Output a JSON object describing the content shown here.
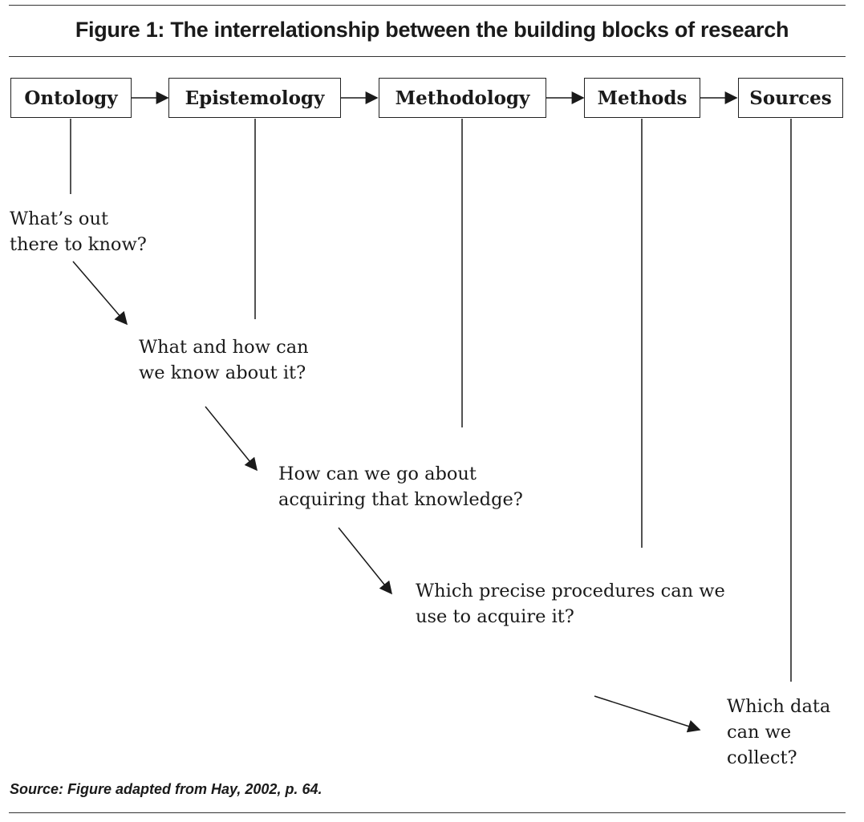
{
  "figure": {
    "title": "Figure 1:  The interrelationship between the building blocks of research"
  },
  "blocks": [
    {
      "label": "Ontology"
    },
    {
      "label": "Epistemology"
    },
    {
      "label": "Methodology"
    },
    {
      "label": "Methods"
    },
    {
      "label": "Sources"
    }
  ],
  "questions": [
    {
      "line1": "What’s out",
      "line2": "there to know?"
    },
    {
      "line1": "What and how can",
      "line2": "we know about it?"
    },
    {
      "line1": "How can we go about",
      "line2": "acquiring that knowledge?"
    },
    {
      "line1": "Which precise procedures can we",
      "line2": "use to acquire it?"
    },
    {
      "line1": "Which data",
      "line2": "can we",
      "line3": "collect?"
    }
  ],
  "source": {
    "label": "Source",
    "text": ":  Figure adapted from Hay, 2002, p. 64."
  }
}
